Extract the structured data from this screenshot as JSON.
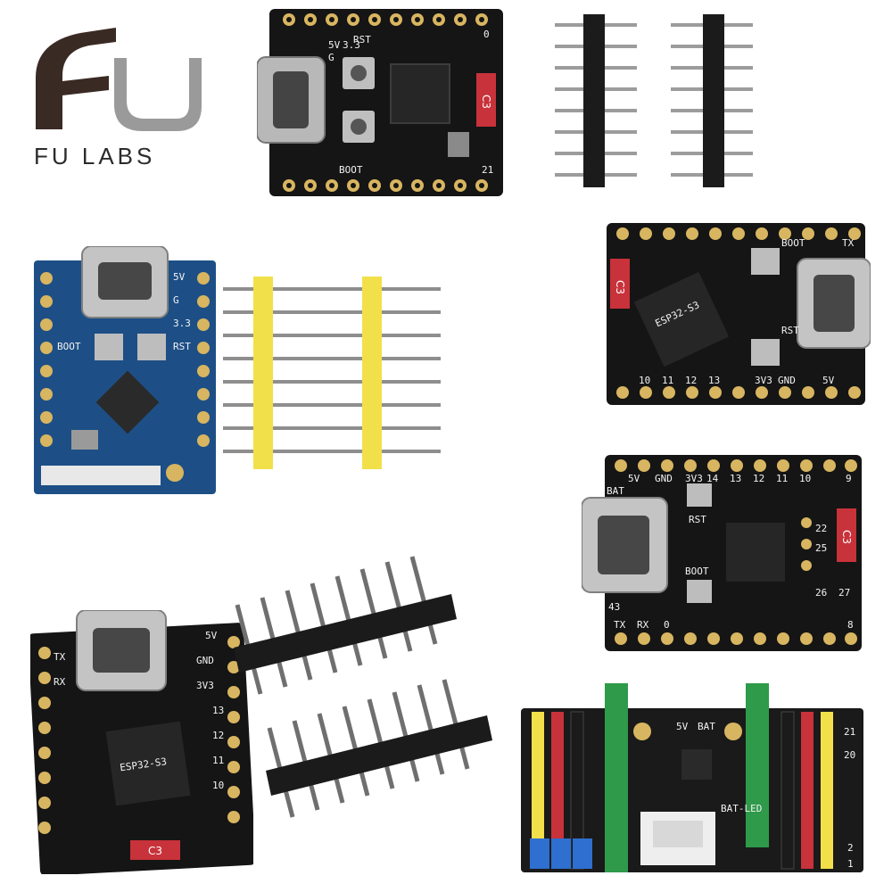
{
  "brand": {
    "name": "FU LABS",
    "logo_dark": "#3a2a24",
    "logo_light": "#9a9a9a"
  },
  "colors": {
    "pcb_black": "#151515",
    "pcb_blue": "#1d4f86",
    "pad_gold": "#d8b560",
    "header_black": "#1b1b1b",
    "header_yellow": "#f2e04a",
    "header_green": "#2e9a4a",
    "c3_red": "#c8323a"
  },
  "boards": {
    "top_center": {
      "labels": [
        "5V",
        "G",
        "3.3",
        "RST",
        "BOOT",
        "0",
        "21"
      ],
      "badge": "C3"
    },
    "blue": {
      "labels": [
        "5V",
        "G",
        "3.3",
        "RST",
        "BOOT"
      ]
    },
    "right_top": {
      "chip": "ESP32-S3",
      "labels": [
        "TX",
        "RST",
        "BOOT",
        "GND",
        "5V",
        "3V3",
        "10",
        "11",
        "12",
        "13"
      ],
      "badge": "C3"
    },
    "right_mid": {
      "labels": [
        "5V",
        "GND",
        "3V3",
        "14",
        "13",
        "12",
        "11",
        "10",
        "9",
        "BAT",
        "RST",
        "BOOT",
        "TX",
        "RX",
        "0",
        "25",
        "22",
        "26",
        "27",
        "43",
        "8"
      ],
      "badge": "C3"
    },
    "bottom_left": {
      "chip": "ESP32-S3",
      "labels": [
        "TX",
        "RX",
        "5V",
        "GND",
        "3V3",
        "13",
        "12",
        "11",
        "10"
      ],
      "badge": "C3"
    },
    "shield": {
      "labels": [
        "1",
        "2",
        "20",
        "21",
        "5V",
        "BAT",
        "BAT-LED"
      ]
    }
  }
}
